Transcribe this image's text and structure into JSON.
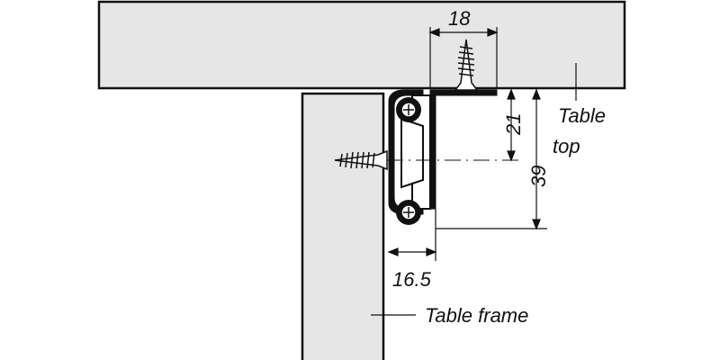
{
  "colors": {
    "panel_fill": "#e6e6e6",
    "outline": "#111111",
    "background": "#ffffff"
  },
  "labels": {
    "table_top_line1": "Table",
    "table_top_line2": "top",
    "table_frame": "Table frame"
  },
  "dimensions": {
    "top_width": "18",
    "short_height": "21",
    "total_height": "39",
    "depth": "16.5"
  }
}
